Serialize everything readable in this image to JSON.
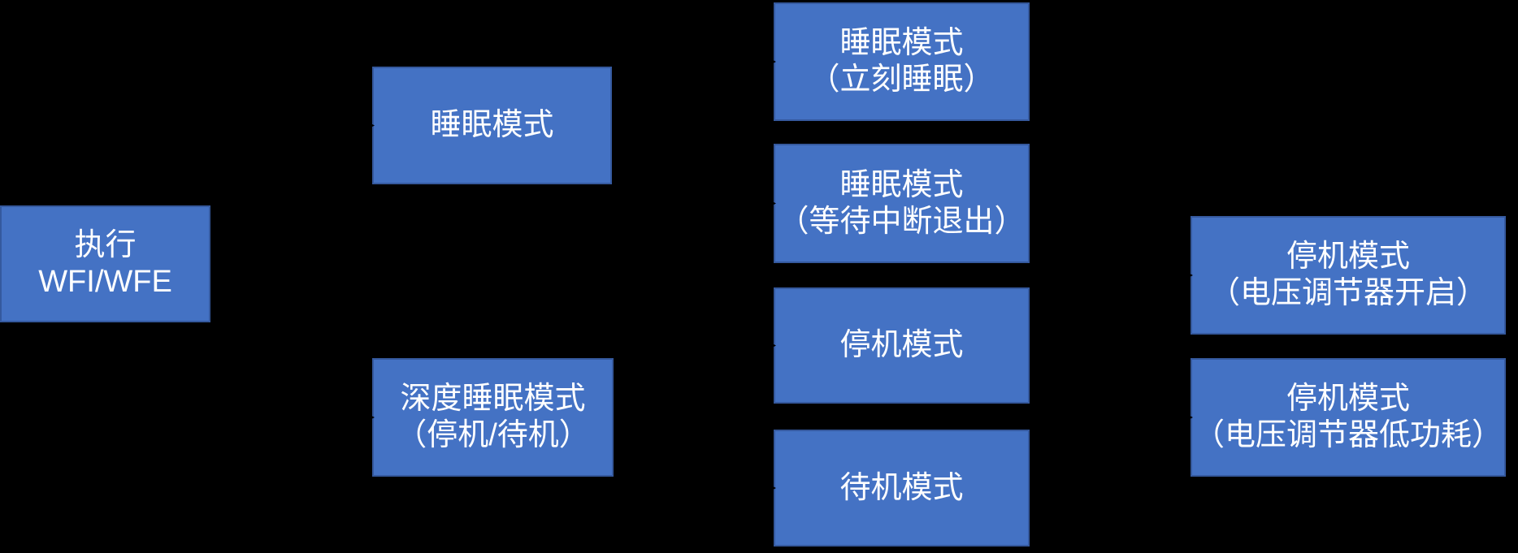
{
  "diagram": {
    "background_color": "#000000",
    "node_fill_color": "#4472C4",
    "node_border_color": "#35599E",
    "node_text_color": "#FFFFFF",
    "connector_color": "#000000",
    "nodes": [
      {
        "id": "execute-wfi-wfe",
        "lines": [
          "执行",
          "WFI/WFE"
        ]
      },
      {
        "id": "sleep-mode",
        "lines": [
          "睡眠模式"
        ]
      },
      {
        "id": "deep-sleep-mode",
        "lines": [
          "深度睡眠模式",
          "（停机/待机）"
        ]
      },
      {
        "id": "sleep-mode-immediate",
        "lines": [
          "睡眠模式",
          "（立刻睡眠）"
        ]
      },
      {
        "id": "sleep-mode-wait-interrupt-exit",
        "lines": [
          "睡眠模式",
          "（等待中断退出）"
        ]
      },
      {
        "id": "stop-mode",
        "lines": [
          "停机模式"
        ]
      },
      {
        "id": "standby-mode",
        "lines": [
          "待机模式"
        ]
      },
      {
        "id": "stop-mode-regulator-on",
        "lines": [
          "停机模式",
          "（电压调节器开启）"
        ]
      },
      {
        "id": "stop-mode-regulator-low-power",
        "lines": [
          "停机模式",
          "（电压调节器低功耗）"
        ]
      }
    ],
    "connectors": [
      {
        "from": "execute-wfi-wfe",
        "to": "sleep-mode"
      },
      {
        "from": "execute-wfi-wfe",
        "to": "deep-sleep-mode"
      },
      {
        "from": "sleep-mode",
        "to": "sleep-mode-immediate"
      },
      {
        "from": "sleep-mode",
        "to": "sleep-mode-wait-interrupt-exit"
      },
      {
        "from": "deep-sleep-mode",
        "to": "stop-mode"
      },
      {
        "from": "deep-sleep-mode",
        "to": "standby-mode"
      },
      {
        "from": "stop-mode",
        "to": "stop-mode-regulator-on"
      },
      {
        "from": "stop-mode",
        "to": "stop-mode-regulator-low-power"
      }
    ]
  }
}
